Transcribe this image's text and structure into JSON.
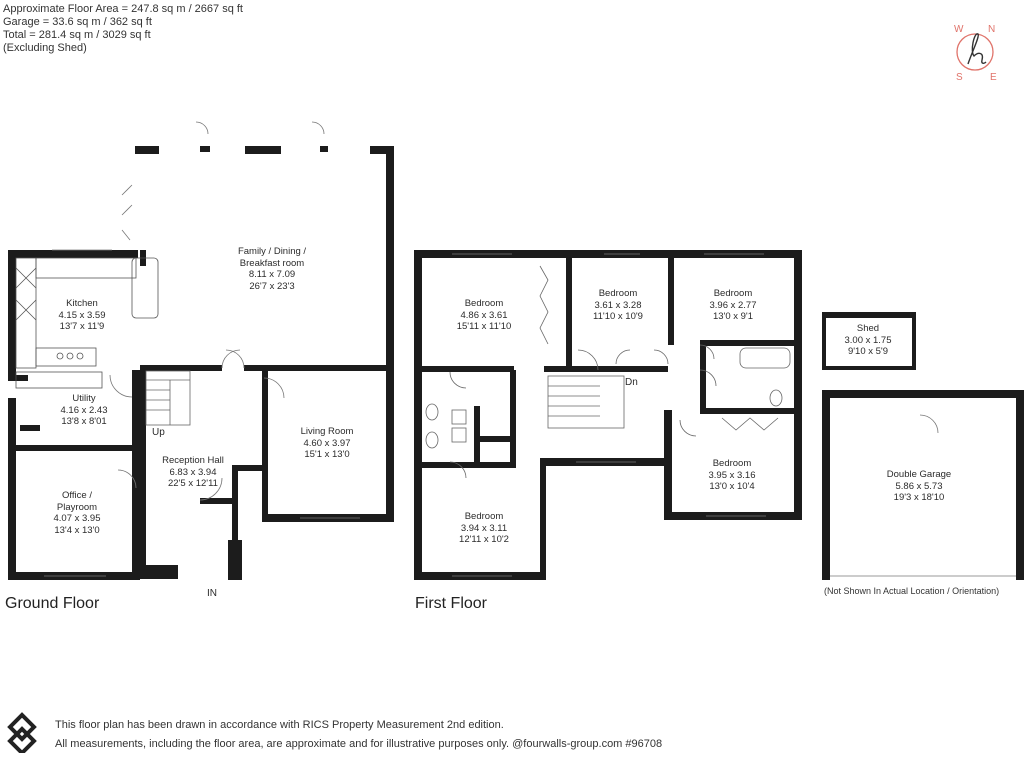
{
  "header": {
    "line1": "Approximate Floor Area = 247.8 sq m / 2667 sq ft",
    "line2": "Garage = 33.6 sq m / 362 sq ft",
    "line3": "Total = 281.4 sq m / 3029 sq ft",
    "line4": "(Excluding Shed)"
  },
  "compass": {
    "w": "W",
    "n": "N",
    "s": "S",
    "e": "E",
    "brand_color": "#e0736a"
  },
  "ground_floor": {
    "title": "Ground Floor",
    "entrance": "IN",
    "stairs_up": "Up",
    "rooms": [
      {
        "name": "Family / Dining /",
        "name2": "Breakfast room",
        "metric": "8.11 x 7.09",
        "imperial": "26'7 x 23'3"
      },
      {
        "name": "Kitchen",
        "metric": "4.15 x 3.59",
        "imperial": "13'7 x 11'9"
      },
      {
        "name": "Utility",
        "metric": "4.16 x 2.43",
        "imperial": "13'8 x 8'01"
      },
      {
        "name": "Living Room",
        "metric": "4.60 x 3.97",
        "imperial": "15'1 x 13'0"
      },
      {
        "name": "Reception Hall",
        "metric": "6.83 x 3.94",
        "imperial": "22'5 x 12'11"
      },
      {
        "name": "Office /",
        "name2": "Playroom",
        "metric": "4.07 x 3.95",
        "imperial": "13'4 x 13'0"
      }
    ]
  },
  "first_floor": {
    "title": "First Floor",
    "stairs_down": "Dn",
    "rooms": [
      {
        "name": "Bedroom",
        "metric": "4.86 x 3.61",
        "imperial": "15'11 x 11'10"
      },
      {
        "name": "Bedroom",
        "metric": "3.61 x 3.28",
        "imperial": "11'10 x 10'9"
      },
      {
        "name": "Bedroom",
        "metric": "3.96 x 2.77",
        "imperial": "13'0 x 9'1"
      },
      {
        "name": "Bedroom",
        "metric": "3.95 x 3.16",
        "imperial": "13'0 x 10'4"
      },
      {
        "name": "Bedroom",
        "metric": "3.94 x 3.11",
        "imperial": "12'11 x 10'2"
      }
    ]
  },
  "outbuildings": {
    "shed": {
      "name": "Shed",
      "metric": "3.00 x 1.75",
      "imperial": "9'10 x 5'9"
    },
    "garage": {
      "name": "Double Garage",
      "metric": "5.86 x 5.73",
      "imperial": "19'3 x 18'10"
    },
    "note": "(Not Shown In Actual Location / Orientation)"
  },
  "footer": {
    "line1": "This floor plan has been drawn in accordance with RICS Property Measurement 2nd edition.",
    "line2": "All measurements, including the floor area, are approximate and for illustrative purposes only. @fourwalls-group.com #96708"
  }
}
